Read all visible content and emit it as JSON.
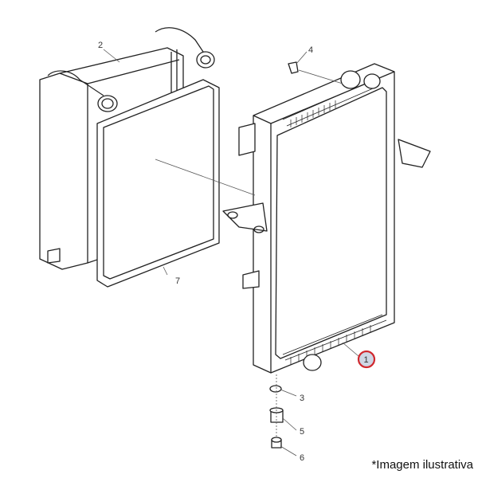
{
  "callouts": {
    "c1": "1",
    "c2": "2",
    "c3": "3",
    "c4": "4",
    "c5": "5",
    "c6": "6",
    "c7": "7"
  },
  "highlight": {
    "stroke": "#d0282e",
    "fill": "#cfd6e4"
  },
  "note": "*Imagem ilustrativa"
}
